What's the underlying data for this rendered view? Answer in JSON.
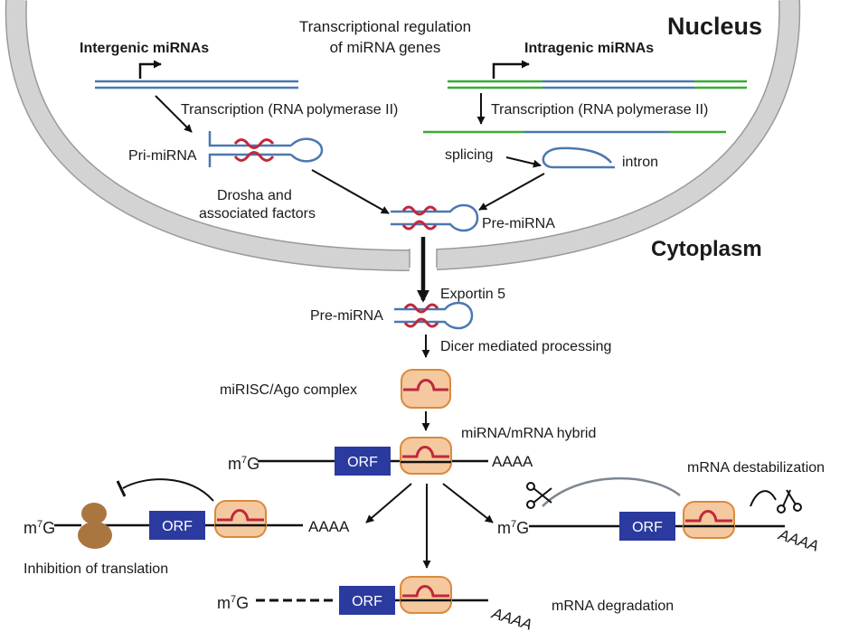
{
  "labels": {
    "nucleus": "Nucleus",
    "cytoplasm": "Cytoplasm",
    "intergenic": "Intergenic miRNAs",
    "intragenic": "Intragenic miRNAs",
    "regulation_line1": "Transcriptional regulation",
    "regulation_line2": "of miRNA genes",
    "transcription_left": "Transcription (RNA polymerase II)",
    "transcription_right": "Transcription (RNA polymerase II)",
    "pri_mirna": "Pri-miRNA",
    "splicing": "splicing",
    "intron": "intron",
    "drosha_line1": "Drosha and",
    "drosha_line2": "associated factors",
    "pre_mirna_nucleus": "Pre-miRNA",
    "exportin": "Exportin 5",
    "pre_mirna_cytoplasm": "Pre-miRNA",
    "dicer": "Dicer mediated processing",
    "mirisc": "miRISC/Ago complex",
    "hybrid": "miRNA/mRNA hybrid",
    "cap_base": "m",
    "cap_sup": "7",
    "cap_g": "G",
    "orf": "ORF",
    "polya": "AAAA",
    "destabilization": "mRNA destabilization",
    "inhibition": "Inhibition of translation",
    "degradation": "mRNA degradation"
  },
  "colors": {
    "membrane": "#d3d3d3",
    "membrane_edge": "#9a9a9a",
    "rna_blue": "#4a78b0",
    "mirna_red": "#c0283c",
    "exon_green": "#3aaa35",
    "orf_fill": "#2b3a9e",
    "ago_fill": "#f5c9a0",
    "ago_edge": "#d98a3d",
    "ribosome": "#a9763f",
    "arrow": "#111111"
  }
}
